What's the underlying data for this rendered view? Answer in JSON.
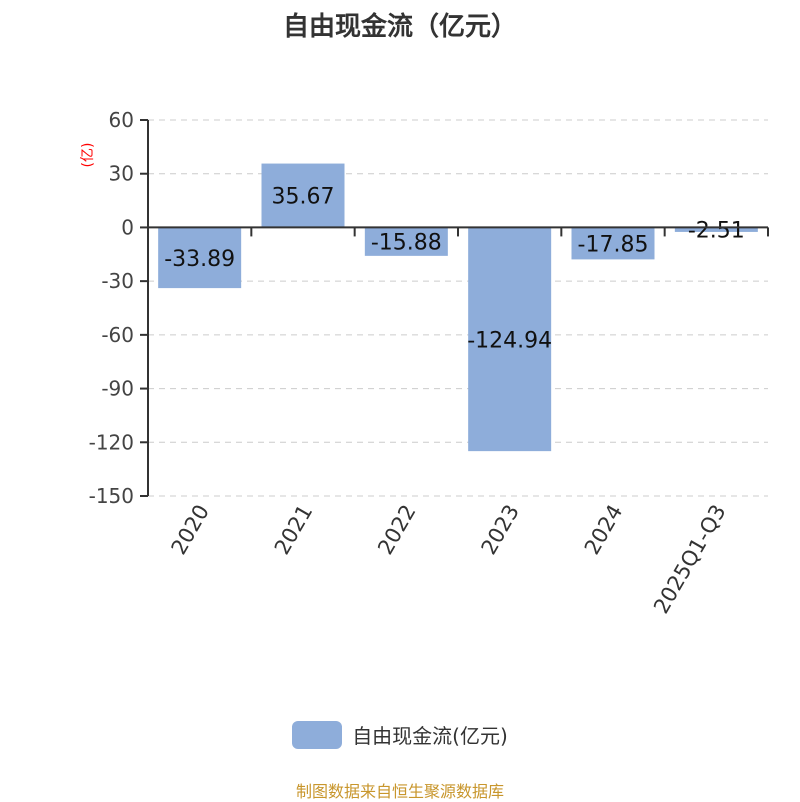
{
  "title": "自由现金流（亿元）",
  "legend": {
    "label": "自由现金流(亿元)"
  },
  "source": "制图数据来自恒生聚源数据库",
  "colors": {
    "bar": "#8eadda",
    "unit": "#ff0000",
    "source": "#c8962c"
  },
  "chart_data": {
    "type": "bar",
    "title": "自由现金流（亿元）",
    "ylabel": "(亿)",
    "categories": [
      "2020",
      "2021",
      "2022",
      "2023",
      "2024",
      "2025Q1-Q3"
    ],
    "values": [
      -33.89,
      35.67,
      -15.88,
      -124.94,
      -17.85,
      -2.51
    ],
    "value_labels": [
      "-33.89",
      "35.67",
      "-15.88",
      "-124.94",
      "-17.85",
      "-2.51"
    ],
    "ylim": [
      -150,
      60
    ],
    "yticks": [
      60,
      30,
      0,
      -30,
      -60,
      -90,
      -120,
      -150
    ],
    "grid": true,
    "legend_position": "bottom"
  }
}
